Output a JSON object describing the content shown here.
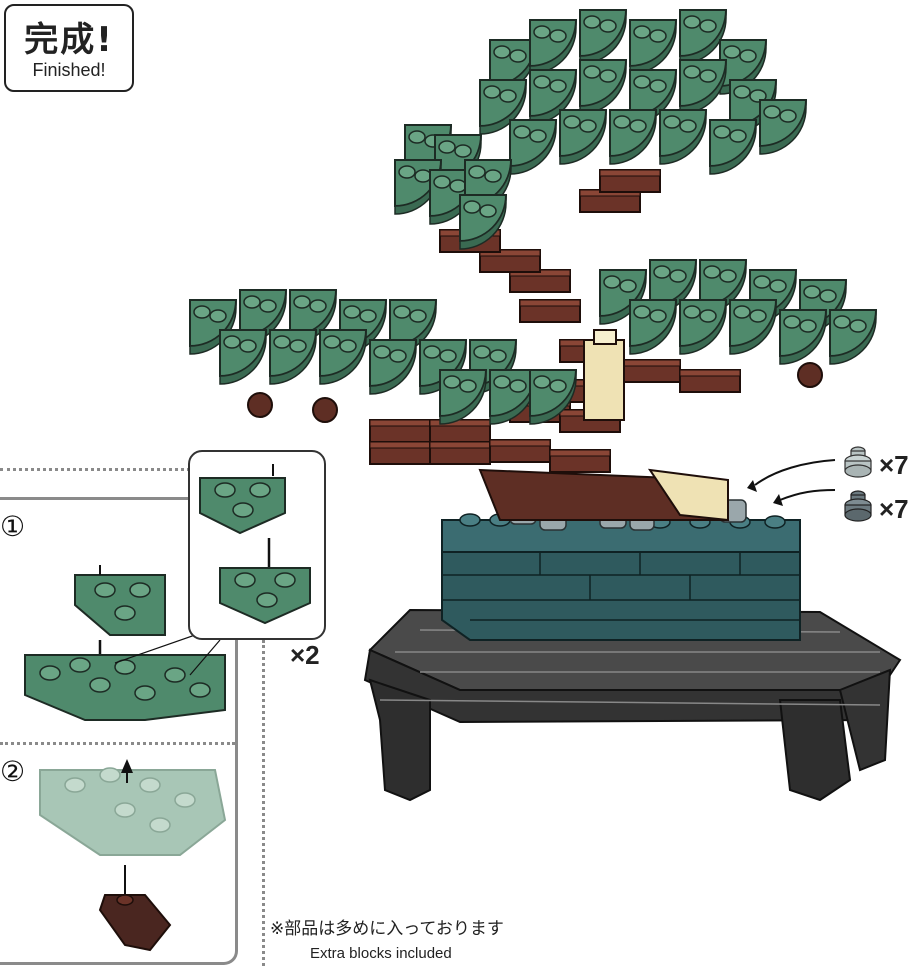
{
  "badge": {
    "title": "完成!",
    "subtitle": "Finished!"
  },
  "steps": [
    {
      "number": "①"
    },
    {
      "number": "②"
    }
  ],
  "subassembly": {
    "multiplier": "×2"
  },
  "parts": [
    {
      "count": "×7",
      "color": "#b9c4c4",
      "icon": "light-gray-round-brick-icon"
    },
    {
      "count": "×7",
      "color": "#6c7a80",
      "icon": "dark-gray-round-brick-icon"
    }
  ],
  "notes": {
    "ja": "※部品は多めに入っております",
    "en": "Extra blocks included"
  },
  "colors": {
    "leaf": "#4f8a6c",
    "trunk": "#5e2e24",
    "pot": "#2f5a5e",
    "stand": "#3a3a3a",
    "accent_tan": "#efe2b4"
  }
}
